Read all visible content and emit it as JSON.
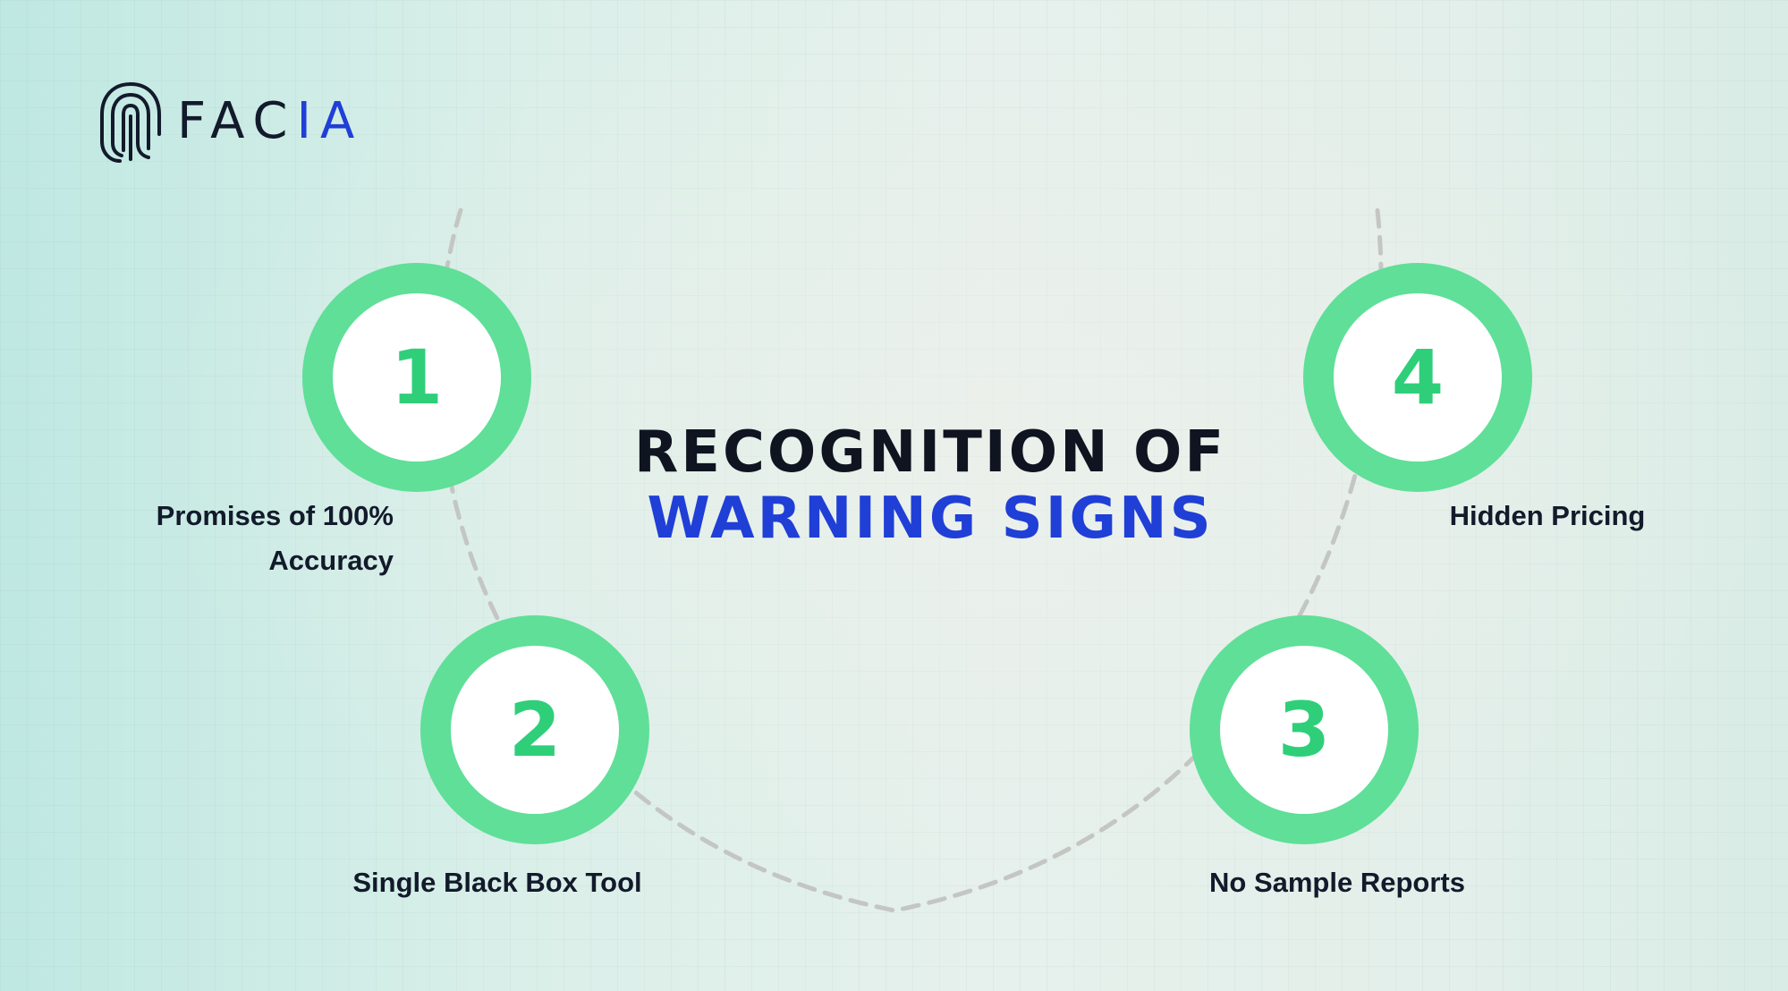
{
  "brand": {
    "name_dark": "FAC",
    "name_accent": "IA",
    "color_dark": "#121a2b",
    "color_accent": "#1f3fd6",
    "mark_icon": "fingerprint-icon"
  },
  "title": {
    "line1": "RECOGNITION OF",
    "line2": "WARNING SIGNS"
  },
  "colors": {
    "node_ring": "#5fdf98",
    "node_number": "#2fcf7a",
    "connector": "#c4c6c4"
  },
  "signs": [
    {
      "number": "1",
      "label_line1": "Promises of 100%",
      "label_line2": "Accuracy"
    },
    {
      "number": "2",
      "label_line1": "Single Black Box Tool"
    },
    {
      "number": "3",
      "label_line1": "No Sample Reports"
    },
    {
      "number": "4",
      "label_line1": "Hidden Pricing"
    }
  ]
}
